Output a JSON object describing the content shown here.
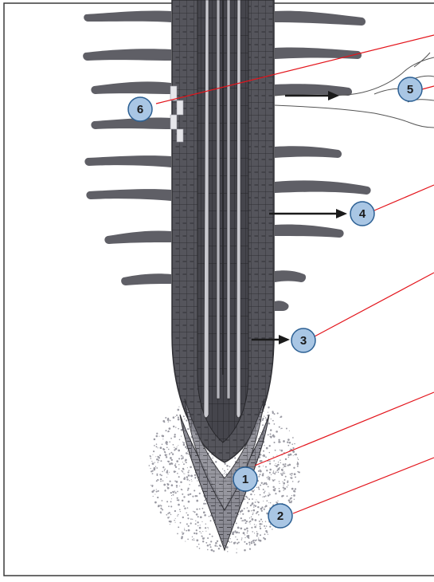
{
  "colors": {
    "background": "#ffffff",
    "border": "#3a3a3a",
    "root_outer": "#58585f",
    "root_cells_line": "#2e2e33",
    "root_inner_dark": "#3f3f46",
    "vascular_light": "#c9c9cf",
    "hair": "#5f5f66",
    "cap_stipple": "#9a9aa3",
    "leader_line": "#e3141b",
    "arrow": "#1a1a1a",
    "badge_fill": "#a9c6e4",
    "badge_stroke": "#2b5f93",
    "fungus_line": "#555555"
  },
  "labels": [
    {
      "id": "label-1",
      "text": "1"
    },
    {
      "id": "label-2",
      "text": "2"
    },
    {
      "id": "label-3",
      "text": "3"
    },
    {
      "id": "label-4",
      "text": "4"
    },
    {
      "id": "label-5",
      "text": "5"
    },
    {
      "id": "label-6",
      "text": "6"
    }
  ],
  "icons": {
    "arrow": "right-arrow-icon"
  }
}
